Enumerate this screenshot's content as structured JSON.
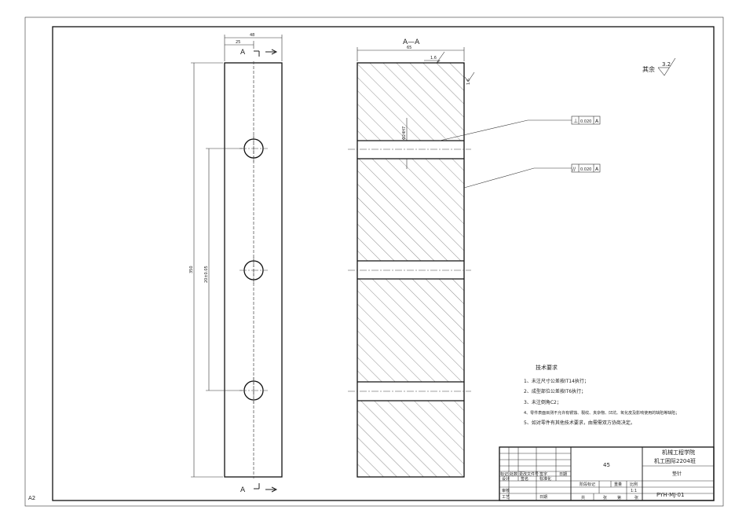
{
  "sheet": {
    "size_label": "A2"
  },
  "front_view": {
    "width_dim": "48",
    "offset_dim": "25",
    "height_dim": "350",
    "hole_pitch_dim": "20±0.05",
    "section_letter_top": "A",
    "section_letter_bottom": "A"
  },
  "section_view": {
    "title": "A—A",
    "width_dim": "65",
    "top_roughness": "1.6",
    "side_roughness": "1.6",
    "hole_dim": "Φ24H7",
    "perp_symbol": "⊥",
    "perp_tolerance": "0.020",
    "perp_datum": "A",
    "parallel_symbol": "//",
    "parallel_tolerance": "0.020",
    "parallel_datum": "A"
  },
  "general_roughness": {
    "label": "其余",
    "value": "3.2"
  },
  "tech_requirements": {
    "title": "技术要求",
    "items": [
      "1、未注尺寸公差按IT14执行；",
      "2、成型部位公差按IT6执行；",
      "3、未注倒角C2；",
      "4、零件表面目测不允许有锈蚀、裂纹、夹杂物、凹坑、氧化皮及影响使用的缺陷等缺陷；",
      "5、如对零件有其他技术要求，由需需双方协商决定。"
    ]
  },
  "title_block": {
    "material": "45",
    "school": "机械工程学院",
    "class_name": "机工困际2204班",
    "part_name": "垫针",
    "drawing_no": "PYH-MJ-01",
    "scale": "1:1",
    "col_headers": [
      "标记",
      "处数",
      "更改文件号",
      "签字",
      "日期"
    ],
    "row_design": [
      "设计",
      "标准化"
    ],
    "row_signed": [
      "签名"
    ],
    "stage_label": "阶段标记",
    "weight_label": "重量",
    "scale_label": "比例",
    "reviewer": "审核",
    "process": "工艺",
    "approve": "日期",
    "sheet_total": "共",
    "sheet_unit": "张",
    "sheet_no": "第",
    "sheet_unit2": "张"
  }
}
